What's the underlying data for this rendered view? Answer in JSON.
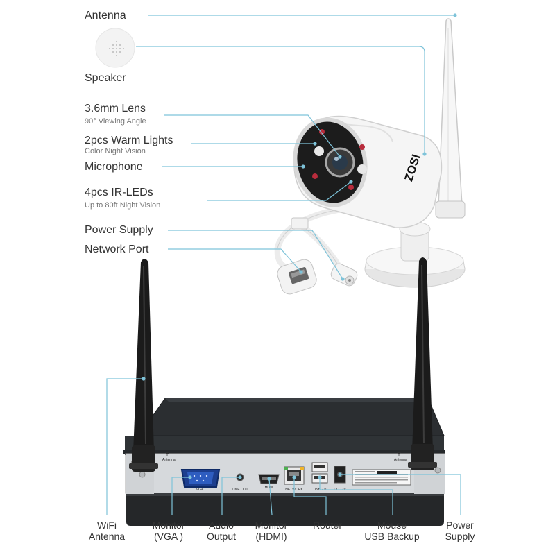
{
  "brand": "ZOSI",
  "colors": {
    "leader": "#7ec3d9",
    "nvr_body": "#2e3134",
    "nvr_panel": "#d3d6d9",
    "antenna": "#1a1a1a",
    "camera_body": "#f4f4f4",
    "accent_red": "#c0253a"
  },
  "callouts": {
    "antenna": "Antenna",
    "speaker": "Speaker",
    "lens": {
      "title": "3.6mm Lens",
      "subtitle": "90° Viewing Angle"
    },
    "warm_lights": {
      "title": "2pcs Warm Lights",
      "subtitle": "Color Night Vision"
    },
    "microphone": "Microphone",
    "ir_leds": {
      "title": "4pcs IR-LEDs",
      "subtitle": "Up to 80ft Night Vision"
    },
    "power_supply": "Power Supply",
    "network_port": "Network Port"
  },
  "panel_text": {
    "antenna_left": "Antenna",
    "antenna_right": "Antenna",
    "vga": "VGA",
    "line_out": "LINE OUT",
    "hdmi": "HDMI",
    "network": "NETWORK",
    "usb": "USB 2.0",
    "dc": "DC 12V",
    "caution": "CAUTION"
  },
  "bottom_labels": {
    "wifi": [
      "WiFi",
      "Antenna"
    ],
    "vga": [
      "Monitor",
      "(VGA )"
    ],
    "audio": [
      "Audio",
      "Output"
    ],
    "hdmi": [
      "Monitor",
      "(HDMI)"
    ],
    "router": [
      "Router"
    ],
    "usb": [
      "Mouse",
      "USB Backup"
    ],
    "power": [
      "Power",
      "Supply"
    ]
  }
}
